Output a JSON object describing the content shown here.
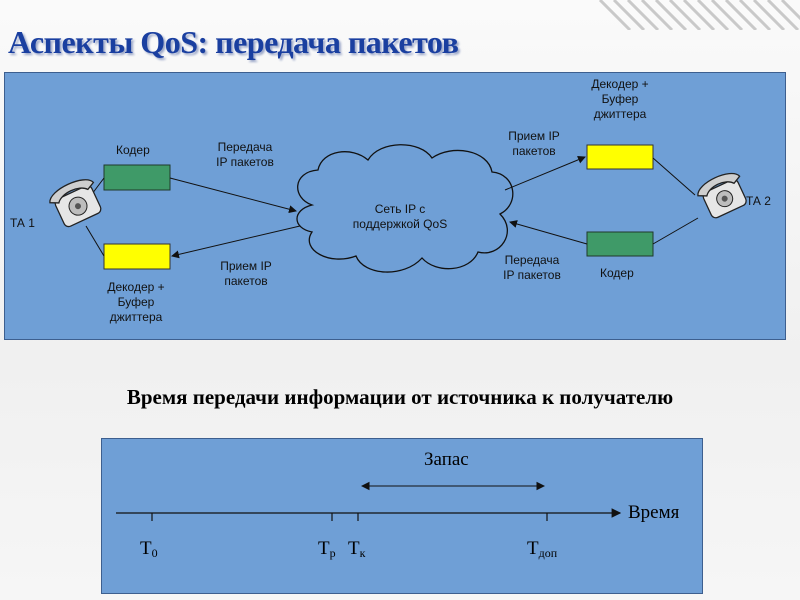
{
  "slide": {
    "title": "Аспекты QoS: передача пакетов"
  },
  "diagram": {
    "left_terminal": "ТА 1",
    "right_terminal": "ТА 2",
    "left_coder": "Кодер",
    "left_decoder_lines": [
      "Декодер  +",
      "Буфер",
      "джиттера"
    ],
    "right_decoder_lines": [
      "Декодер  +",
      "Буфер",
      "джиттера"
    ],
    "right_coder": "Кодер",
    "left_send_lines": [
      "Передача",
      "IP пакетов"
    ],
    "left_receive_lines": [
      "Прием IP",
      "пакетов"
    ],
    "right_receive_lines": [
      "Прием IP",
      "пакетов"
    ],
    "right_send_lines": [
      "Передача",
      "IP пакетов"
    ],
    "network_lines": [
      "Сеть IP с",
      "поддержкой  QoS"
    ],
    "colors": {
      "panel": "#6f9fd6",
      "coder": "#3f9a68",
      "decoder": "#ffff00",
      "title": "#1a3fa0"
    }
  },
  "timeline": {
    "caption": "Время передачи информации от источника к получателю",
    "margin_label": "Запас",
    "axis_label": "Время",
    "ticks": {
      "t0": {
        "main": "T",
        "sub": "0"
      },
      "tp": {
        "main": "T",
        "sub": "р"
      },
      "tk": {
        "main": "T",
        "sub": "к"
      },
      "tdop": {
        "main": "T",
        "sub": "доп"
      }
    }
  }
}
